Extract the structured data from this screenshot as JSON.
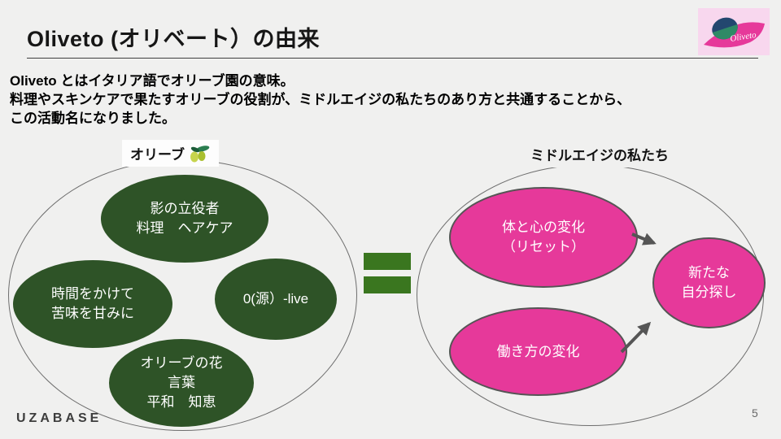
{
  "title": "Oliveto (オリベート）の由来",
  "intro": {
    "line1": "Oliveto とはイタリア語でオリーブ園の意味。",
    "line2": "料理やスキンケアで果たすオリーブの役割が、ミドルエイジの私たちのあり方と共通することから、",
    "line3": "この活動名になりました。"
  },
  "left": {
    "label": "オリーブ",
    "icon": "olive-icon",
    "bubbles": [
      {
        "lines": [
          "影の立役者",
          "料理　ヘアケア"
        ]
      },
      {
        "lines": [
          "時間をかけて",
          "苦味を甘みに"
        ]
      },
      {
        "lines": [
          "0(源）-live"
        ]
      },
      {
        "lines": [
          "オリーブの花",
          "言葉",
          "平和　知恵"
        ]
      }
    ]
  },
  "right": {
    "label": "ミドルエイジの私たち",
    "bubbles": [
      {
        "lines": [
          "体と心の変化",
          "（リセット）"
        ]
      },
      {
        "lines": [
          "働き方の変化"
        ]
      },
      {
        "lines": [
          "新たな",
          "自分探し"
        ]
      }
    ]
  },
  "equals_symbol": "=",
  "logo": {
    "text": "Oliveto"
  },
  "footer": {
    "brand": "UZABASE",
    "page_number": "5"
  },
  "colors": {
    "slide_bg": "#f0f0ef",
    "dark_green": "#2e5327",
    "equals_green": "#3a761f",
    "pink": "#e6399a",
    "outline_gray": "#6e6e6e",
    "arrow_gray": "#555555",
    "logo_bg_pink": "#f8d7ee"
  }
}
